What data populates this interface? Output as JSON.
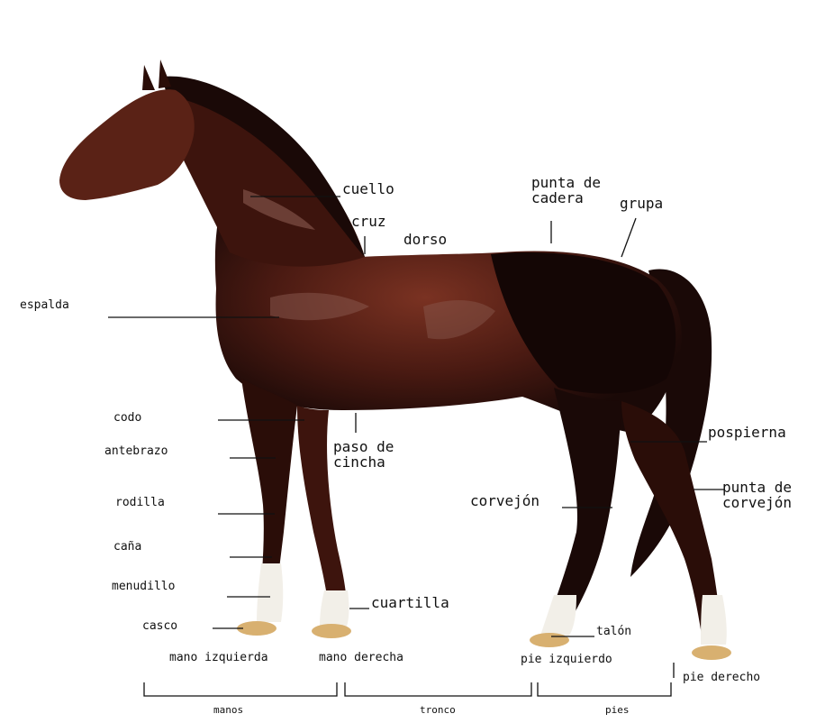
{
  "colors": {
    "background": "#ffffff",
    "horse_body": "#4a1a12",
    "horse_dark": "#1a0907",
    "horse_highlight": "#8a5a50",
    "hoof": "#d8b070",
    "white_sock": "#f2efe8",
    "leader_line": "#111111"
  },
  "labels": {
    "cuello": "cuello",
    "cruz": "cruz",
    "dorso": "dorso",
    "punta_cadera": "punta de\ncadera",
    "grupa": "grupa",
    "espalda": "espalda",
    "codo": "codo",
    "antebrazo": "antebrazo",
    "paso_cincha": "paso de\ncincha",
    "rodilla": "rodilla",
    "cana": "caña",
    "menudillo": "menudillo",
    "casco": "casco",
    "cuartilla": "cuartilla",
    "pospierna": "pospierna",
    "punta_corvejon": "punta de\ncorvejón",
    "corvejon": "corvejón",
    "talon": "talón",
    "mano_izquierda": "mano izquierda",
    "mano_derecha": "mano derecha",
    "pie_izquierdo": "pie izquierdo",
    "pie_derecho": "pie derecho"
  },
  "groups": {
    "manos": "manos",
    "tronco": "tronco",
    "pies": "pies"
  }
}
